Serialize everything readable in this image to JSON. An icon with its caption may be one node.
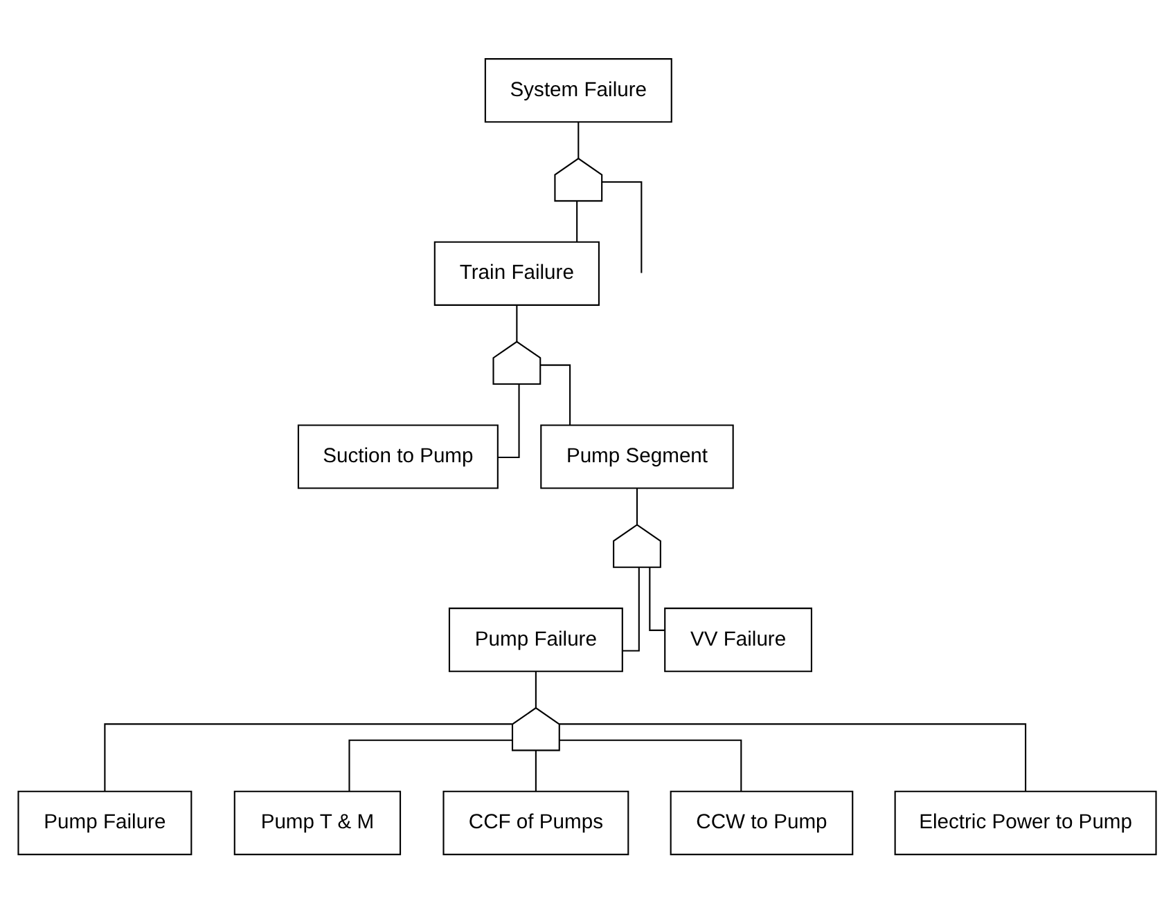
{
  "diagram": {
    "nodes": [
      {
        "text": [
          "System Failure"
        ]
      },
      {
        "text": [],
        "shape": "gate"
      },
      {
        "text": [
          "Train Failure"
        ]
      },
      {
        "text": [],
        "shape": "gate"
      },
      {
        "text": [
          "Suction to Pump"
        ]
      },
      {
        "text": [
          "Pump Segment"
        ]
      },
      {
        "text": [],
        "shape": "gate"
      },
      {
        "text": [
          "Pump Failure"
        ]
      },
      {
        "text": [
          "VV Failure"
        ]
      },
      {
        "text": [],
        "shape": "gate"
      },
      {
        "text": [
          "Pump Failure"
        ]
      },
      {
        "text": [
          "Pump T & M"
        ]
      },
      {
        "text": [
          "CCF of Pumps"
        ]
      },
      {
        "text": [
          "CCW to Pump"
        ]
      },
      {
        "text": [
          "Electric Power to Pump"
        ]
      }
    ],
    "edges": [
      {
        "from": 0,
        "to": 1,
        "arrow": "none"
      },
      {
        "from": 1,
        "to": null,
        "arrow": "none"
      },
      {
        "from": 1,
        "to": 2,
        "arrow": "none"
      },
      {
        "from": 2,
        "to": 3,
        "arrow": "none"
      },
      {
        "from": 3,
        "to": 4,
        "arrow": "none"
      },
      {
        "from": 3,
        "to": 5,
        "arrow": "none"
      },
      {
        "from": 5,
        "to": 6,
        "arrow": "none"
      },
      {
        "from": 6,
        "to": 7,
        "arrow": "none"
      },
      {
        "from": 6,
        "to": 8,
        "arrow": "none"
      },
      {
        "from": 7,
        "to": 9,
        "arrow": "none"
      },
      {
        "from": 9,
        "to": 10,
        "arrow": "none"
      },
      {
        "from": 9,
        "to": 11,
        "arrow": "none"
      },
      {
        "from": 9,
        "to": 12,
        "arrow": "none"
      },
      {
        "from": 9,
        "to": 13,
        "arrow": "none"
      },
      {
        "from": 9,
        "to": 14,
        "arrow": "none"
      }
    ]
  }
}
